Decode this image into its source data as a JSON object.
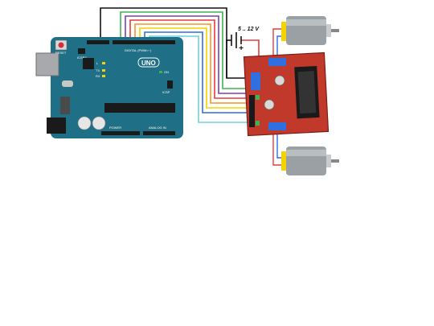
{
  "diagram": {
    "supply_label": "5 .. 12 V",
    "supply_plus": "+",
    "arduino": {
      "board_label": "UNO",
      "reset_label": "RESET",
      "icsp_label": "ICSP2",
      "icsp1_label": "ICSP",
      "on_label": "ON",
      "l_label": "L",
      "tx_label": "TX",
      "rx_label": "RX",
      "digital_label": "DIGITAL (PWM=~)",
      "power_label": "POWER",
      "analog_label": "ANALOG IN",
      "color": "#1f6f86"
    },
    "driver": {
      "color": "#c0392b"
    },
    "wire_colors": [
      "#111111",
      "#3fb34f",
      "#7b3fb0",
      "#e63d3d",
      "#f7941d",
      "#f5d200",
      "#2f6fdf",
      "#6fd0d8"
    ],
    "motor_color": "#9aa0a4"
  }
}
